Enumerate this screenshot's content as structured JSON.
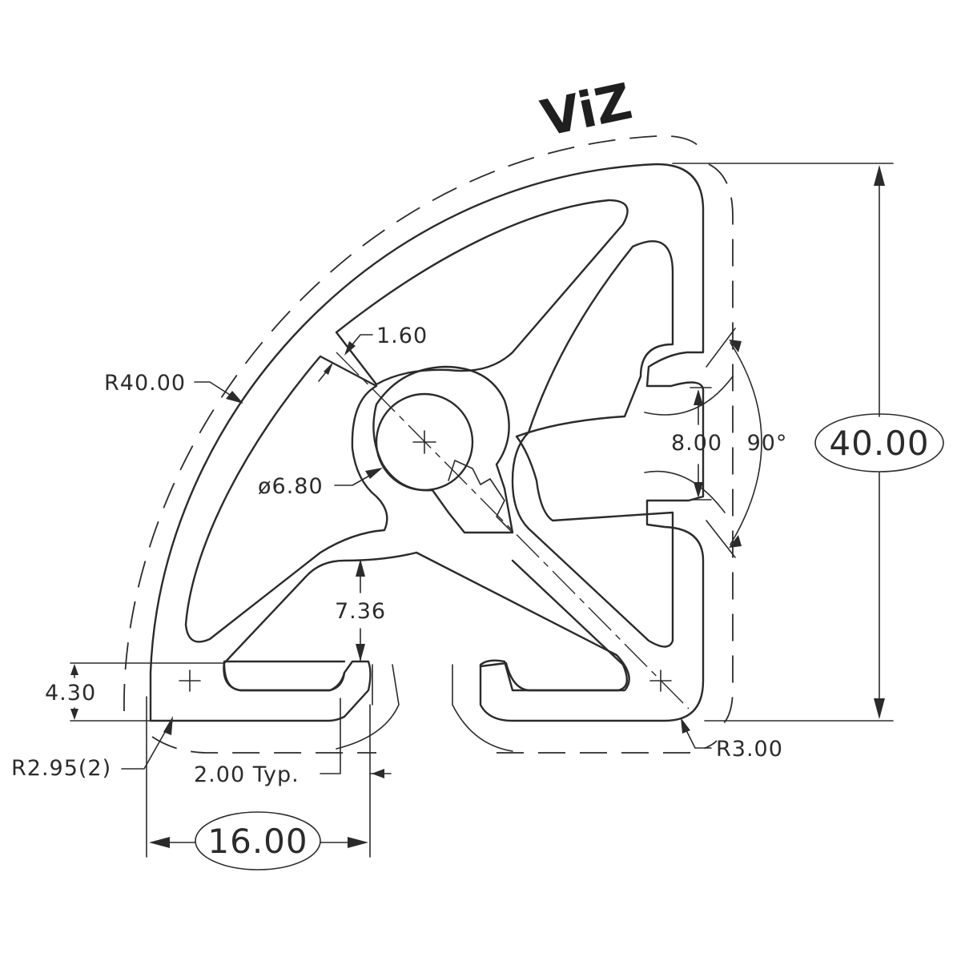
{
  "logo": "ViZ",
  "dimensions": {
    "outer_radius": "R40.00",
    "wall": "1.60",
    "bore": "ø6.80",
    "slot_opening": "8.00",
    "angle": "90°",
    "height": "40.00",
    "slot_depth": "7.36",
    "corner_height": "4.30",
    "corner_radius": "R2.95(2)",
    "typical_wall": "2.00 Typ.",
    "width": "16.00",
    "small_radius": "R3.00"
  }
}
